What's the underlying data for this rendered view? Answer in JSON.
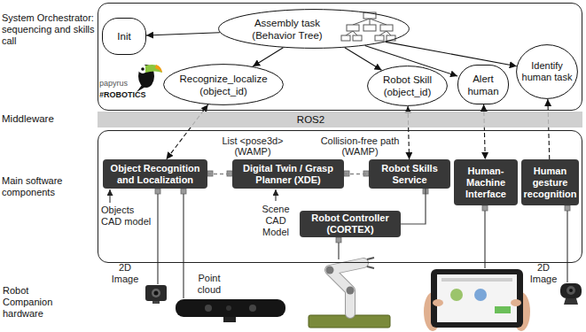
{
  "diagram": {
    "nodes": [
      {
        "text": [
          "System Orchestrator: sequencing and skills call"
        ]
      },
      {
        "text": [
          "Init"
        ],
        "in": 0
      },
      {
        "text": [
          "Assembly task (Behavior Tree)"
        ],
        "in": 0
      },
      {
        "text": [
          "Recognize_localize (object_id)"
        ],
        "in": 0
      },
      {
        "text": [
          "Robot Skill (object_id)"
        ],
        "in": 0
      },
      {
        "text": [
          "Alert human"
        ],
        "in": 0
      },
      {
        "text": [
          "Identify human task"
        ],
        "in": 0
      },
      {
        "text": [
          "Middleware",
          "ROS2"
        ]
      },
      {
        "text": [
          "Main software components"
        ]
      },
      {
        "text": [
          "Object Recognition and Localization"
        ],
        "in": 8
      },
      {
        "text": [
          "Digital Twin / Grasp Planner (XDE)"
        ],
        "in": 8
      },
      {
        "text": [
          "Robot Skills Service"
        ],
        "in": 8
      },
      {
        "text": [
          "Human-Machine Interface"
        ],
        "in": 8
      },
      {
        "text": [
          "Human gesture recognition"
        ],
        "in": 8
      },
      {
        "text": [
          "Robot Controller (CORTEX)"
        ],
        "in": 8
      }
    ],
    "edges": [
      {
        "from": 2,
        "to": 1,
        "arrow": "to"
      },
      {
        "from": 2,
        "to": 3,
        "arrow": "to"
      },
      {
        "from": 2,
        "to": 4,
        "arrow": "to"
      },
      {
        "from": 2,
        "to": 5,
        "arrow": "to"
      },
      {
        "from": 2,
        "to": 6,
        "arrow": "to"
      },
      {
        "from": 3,
        "to": 9,
        "arrow": "both"
      },
      {
        "from": 4,
        "to": 11,
        "arrow": "both"
      },
      {
        "from": 5,
        "to": 12,
        "arrow": "both"
      },
      {
        "from": 13,
        "to": 6,
        "arrow": "to"
      },
      {
        "from": 9,
        "to": 10,
        "label": "List <pose3d> (WAMP)",
        "arrow": "none"
      },
      {
        "from": 10,
        "to": 11,
        "label": "Collision-free path (WAMP)",
        "arrow": "none"
      },
      {
        "from": 11,
        "to": 14,
        "arrow": "none"
      }
    ],
    "labels": [
      "papyrus",
      "#ROBOTICS",
      "Objects CAD model",
      "Scene CAD Model",
      "2D Image",
      "Point cloud",
      "2D Image",
      "Robot Companion hardware"
    ]
  }
}
